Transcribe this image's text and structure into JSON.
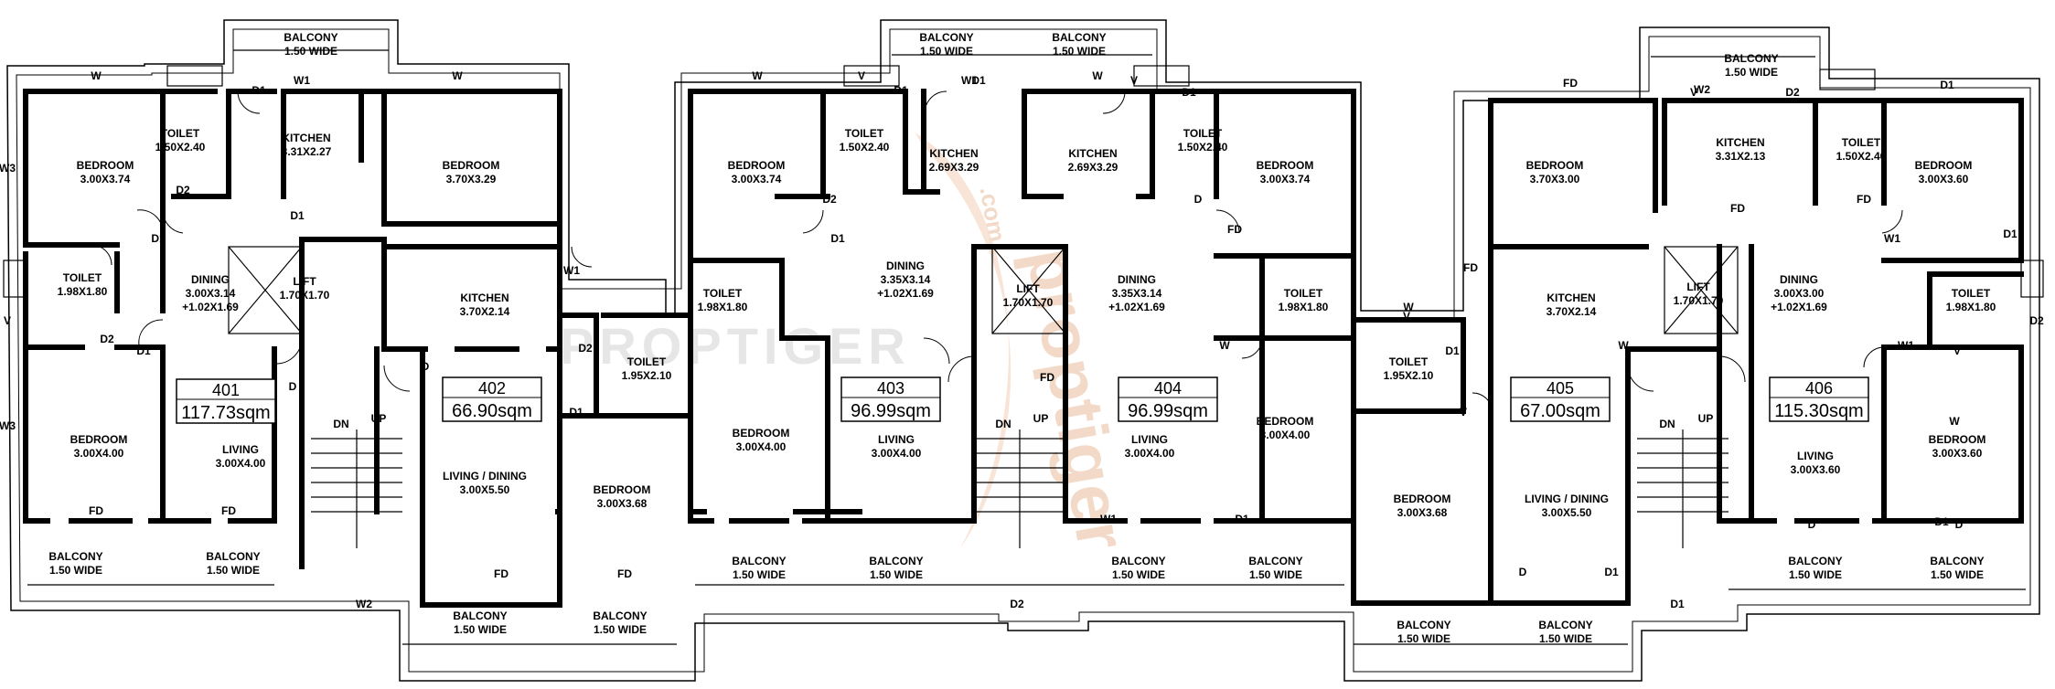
{
  "watermark": {
    "site": "PROPTIGER",
    "brand": "proptiger",
    "suffix": ".com"
  },
  "units": [
    {
      "number": "401",
      "area": "117.73sqm"
    },
    {
      "number": "402",
      "area": "66.90sqm"
    },
    {
      "number": "403",
      "area": "96.99sqm"
    },
    {
      "number": "404",
      "area": "96.99sqm"
    },
    {
      "number": "405",
      "area": "67.00sqm"
    },
    {
      "number": "406",
      "area": "115.30sqm"
    }
  ],
  "rooms": [
    {
      "name": "BEDROOM",
      "size": "3.00X3.74"
    },
    {
      "name": "TOILET",
      "size": "1.50X2.40"
    },
    {
      "name": "KITCHEN",
      "size": "3.31X2.27"
    },
    {
      "name": "BEDROOM",
      "size": "3.70X3.29"
    },
    {
      "name": "BALCONY",
      "size": "1.50 WIDE"
    },
    {
      "name": "DINING",
      "size": "3.00X3.14",
      "extra": "+1.02X1.69"
    },
    {
      "name": "LIFT",
      "size": "1.70X1.70"
    },
    {
      "name": "KITCHEN",
      "size": "3.70X2.14"
    },
    {
      "name": "TOILET",
      "size": "1.98X1.80"
    },
    {
      "name": "BEDROOM",
      "size": "3.00X4.00"
    },
    {
      "name": "LIVING",
      "size": "3.00X4.00"
    },
    {
      "name": "BALCONY",
      "size": "1.50 WIDE"
    },
    {
      "name": "BALCONY",
      "size": "1.50 WIDE"
    },
    {
      "name": "TOILET",
      "size": "1.95X2.10"
    },
    {
      "name": "LIVING / DINING",
      "size": "3.00X5.50"
    },
    {
      "name": "BEDROOM",
      "size": "3.00X3.68"
    },
    {
      "name": "BALCONY",
      "size": "1.50 WIDE"
    },
    {
      "name": "BALCONY",
      "size": "1.50 WIDE"
    },
    {
      "name": "BEDROOM",
      "size": "3.00X3.74"
    },
    {
      "name": "TOILET",
      "size": "1.50X2.40"
    },
    {
      "name": "KITCHEN",
      "size": "2.69X3.29"
    },
    {
      "name": "BALCONY",
      "size": "1.50 WIDE"
    },
    {
      "name": "DINING",
      "size": "3.35X3.14",
      "extra": "+1.02X1.69"
    },
    {
      "name": "TOILET",
      "size": "1.98X1.80"
    },
    {
      "name": "BEDROOM",
      "size": "3.00X4.00"
    },
    {
      "name": "LIVING",
      "size": "3.00X4.00"
    },
    {
      "name": "BALCONY",
      "size": "1.50 WIDE"
    },
    {
      "name": "BALCONY",
      "size": "1.50 WIDE"
    },
    {
      "name": "LIFT",
      "size": "1.70X1.70"
    },
    {
      "name": "BALCONY",
      "size": "1.50 WIDE"
    },
    {
      "name": "KITCHEN",
      "size": "2.69X3.29"
    },
    {
      "name": "TOILET",
      "size": "1.50X2.40"
    },
    {
      "name": "BEDROOM",
      "size": "3.00X3.74"
    },
    {
      "name": "DINING",
      "size": "3.35X3.14",
      "extra": "+1.02X1.69"
    },
    {
      "name": "TOILET",
      "size": "1.98X1.80"
    },
    {
      "name": "LIVING",
      "size": "3.00X4.00"
    },
    {
      "name": "BEDROOM",
      "size": "3.00X4.00"
    },
    {
      "name": "BALCONY",
      "size": "1.50 WIDE"
    },
    {
      "name": "BALCONY",
      "size": "1.50 WIDE"
    },
    {
      "name": "TOILET",
      "size": "1.95X2.10"
    },
    {
      "name": "BEDROOM",
      "size": "3.00X3.68"
    },
    {
      "name": "LIVING / DINING",
      "size": "3.00X5.50"
    },
    {
      "name": "BALCONY",
      "size": "1.50 WIDE"
    },
    {
      "name": "BALCONY",
      "size": "1.50 WIDE"
    },
    {
      "name": "BEDROOM",
      "size": "3.70X3.00"
    },
    {
      "name": "BALCONY",
      "size": "1.50 WIDE"
    },
    {
      "name": "KITCHEN",
      "size": "3.31X2.13"
    },
    {
      "name": "TOILET",
      "size": "1.50X2.40"
    },
    {
      "name": "BEDROOM",
      "size": "3.00X3.60"
    },
    {
      "name": "KITCHEN",
      "size": "3.70X2.14"
    },
    {
      "name": "LIFT",
      "size": "1.70X1.70"
    },
    {
      "name": "DINING",
      "size": "3.00X3.00",
      "extra": "+1.02X1.69"
    },
    {
      "name": "TOILET",
      "size": "1.98X1.80"
    },
    {
      "name": "LIVING",
      "size": "3.00X3.60"
    },
    {
      "name": "BEDROOM",
      "size": "3.00X3.60"
    },
    {
      "name": "BALCONY",
      "size": "1.50 WIDE"
    },
    {
      "name": "BALCONY",
      "size": "1.50 WIDE"
    }
  ],
  "doors": [
    "W",
    "W",
    "W1",
    "D1",
    "D2",
    "D1",
    "D1",
    "W3",
    "V",
    "D2",
    "D1",
    "W3",
    "D",
    "FD",
    "FD",
    "W1",
    "D2",
    "D",
    "W2",
    "D1",
    "FD",
    "FD",
    "V",
    "V",
    "W",
    "W",
    "W1",
    "D1",
    "D2",
    "D1",
    "D1",
    "V",
    "D1",
    "D",
    "FD",
    "FD",
    "W",
    "W1",
    "D1",
    "D2",
    "W",
    "D1",
    "V",
    "D",
    "D1",
    "FD",
    "FD",
    "W2",
    "V",
    "D2",
    "D1",
    "FD",
    "FD",
    "W1",
    "W",
    "W1",
    "D1",
    "V",
    "W",
    "D1",
    "D2",
    "D1",
    "D",
    "D",
    "D1",
    "D2",
    "FD",
    "FD",
    "V",
    "W2",
    "FD",
    "FD"
  ],
  "stairs": [
    {
      "down": "DN",
      "up": "UP"
    },
    {
      "down": "DN",
      "up": "UP"
    },
    {
      "down": "DN",
      "up": "UP"
    }
  ]
}
